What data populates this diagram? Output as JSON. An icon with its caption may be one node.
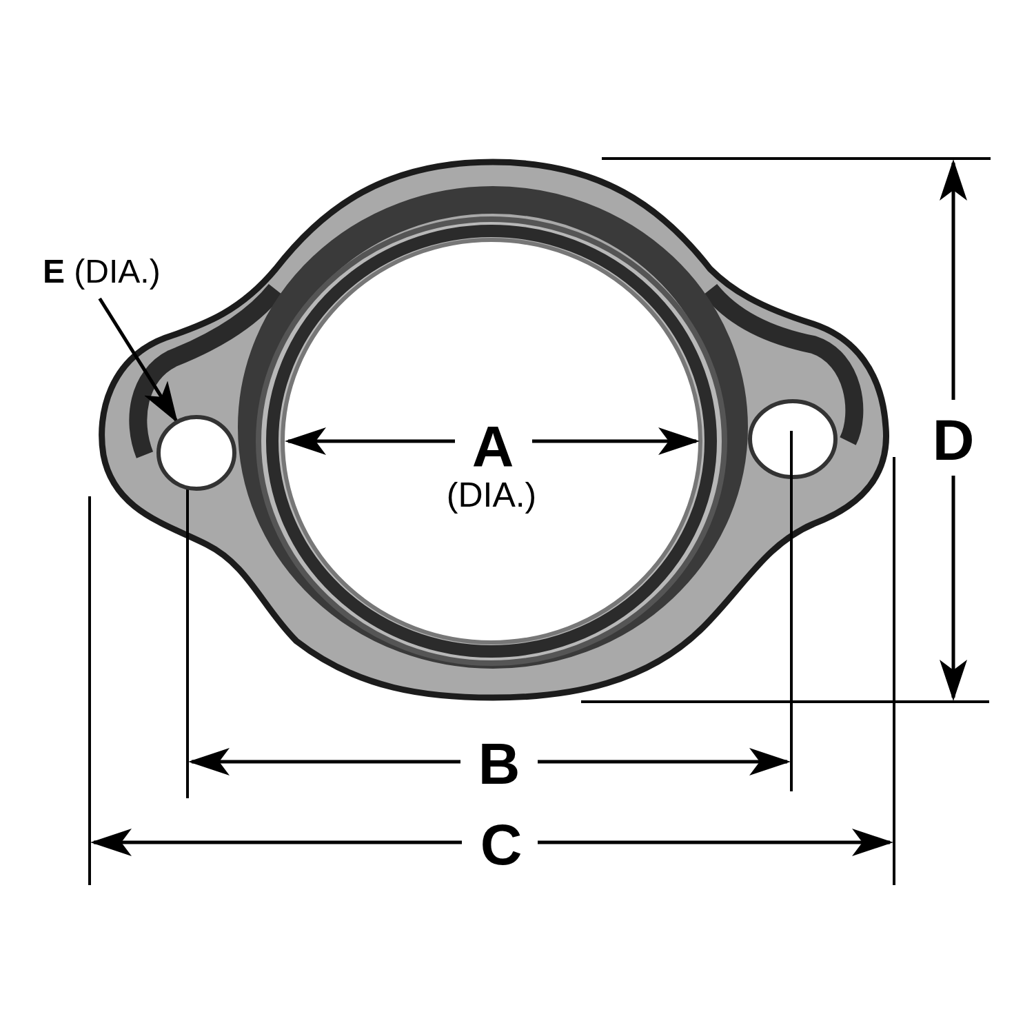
{
  "diagram": {
    "nodes": [
      {
        "text": [
          "**E** (DIA.)"
        ]
      },
      {
        "text": [],
        "shape": "circle"
      }
    ],
    "edges": [
      {
        "from": 0,
        "to": 1,
        "arrow": "to"
      }
    ],
    "labels": [
      "A",
      "(DIA.)",
      "B",
      "C",
      "D"
    ]
  }
}
